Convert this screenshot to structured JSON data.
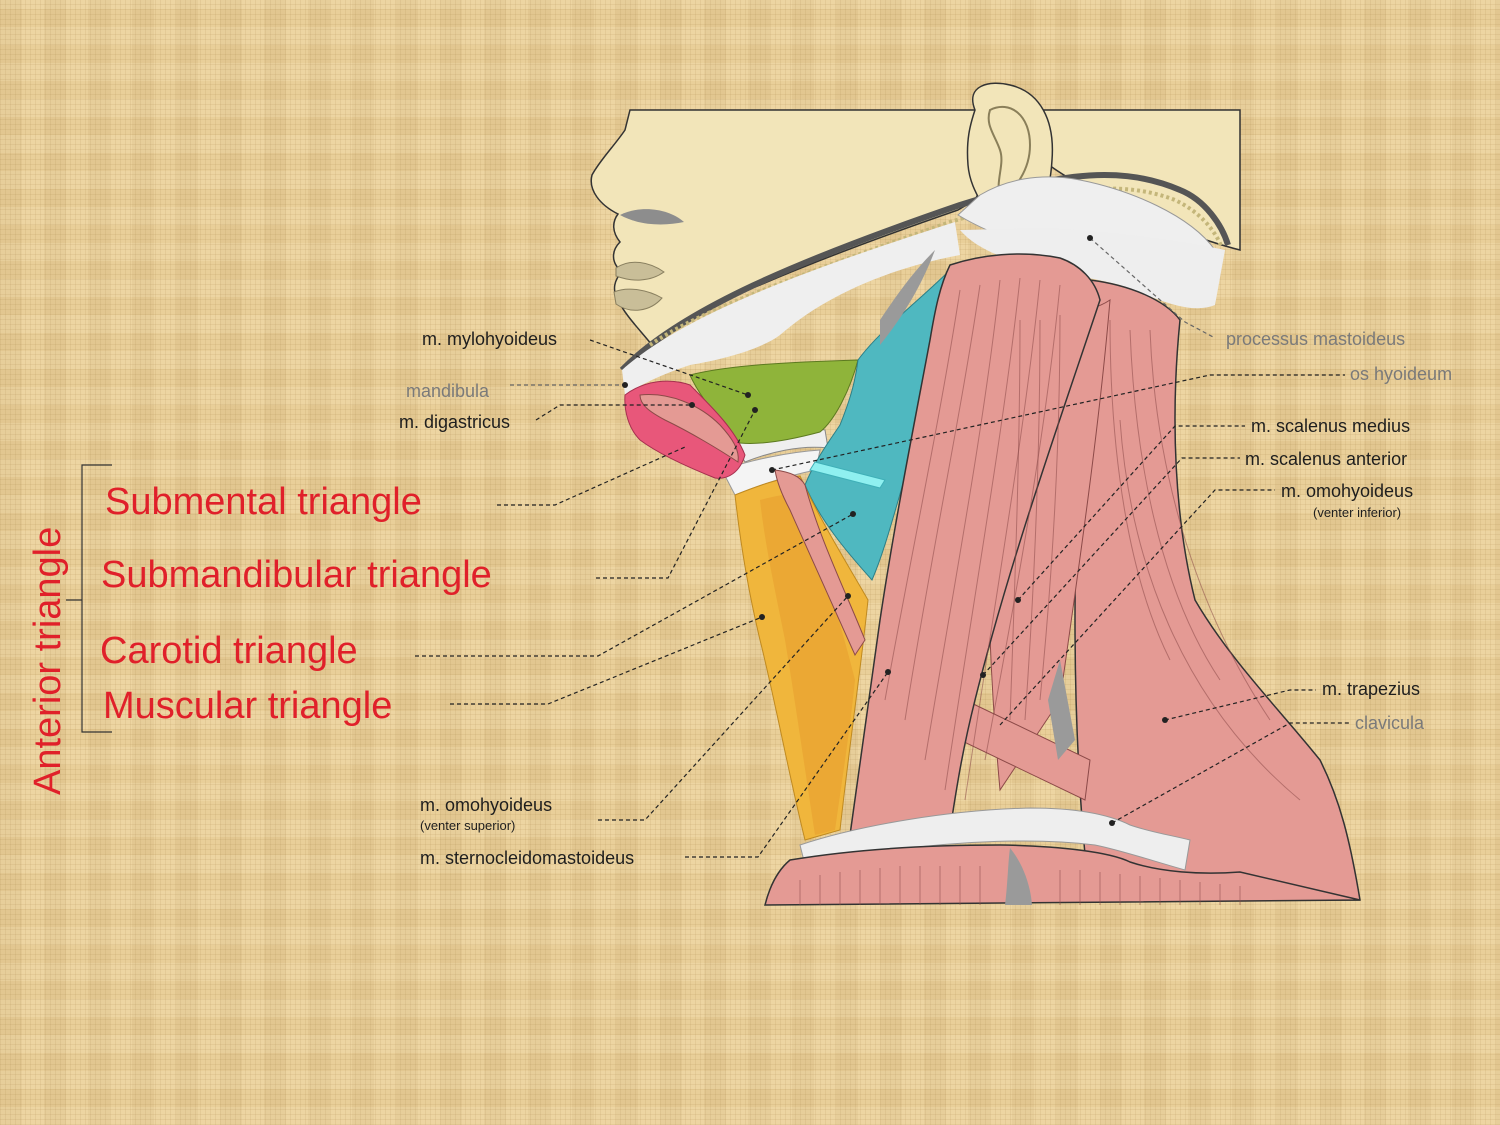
{
  "title": "Anterior triangle",
  "triangles": {
    "submental": "Submental triangle",
    "submandibular": "Submandibular triangle",
    "carotid": "Carotid triangle",
    "muscular": "Muscular triangle"
  },
  "labels": {
    "mylohyoideus": "m. mylohyoideus",
    "mandibula": "mandibula",
    "digastricus": "m. digastricus",
    "processus_mastoideus": "processus mastoideus",
    "os_hyoideum": "os hyoideum",
    "scalenus_medius": "m. scalenus medius",
    "scalenus_anterior": "m. scalenus anterior",
    "omohyoideus_inferior": "m. omohyoideus",
    "omohyoideus_inferior_sub": "(venter inferior)",
    "trapezius": "m. trapezius",
    "clavicula": "clavicula",
    "omohyoideus_superior": "m. omohyoideus",
    "omohyoideus_superior_sub": "(venter superior)",
    "sternocleidomastoideus": "m. sternocleidomastoideus"
  },
  "colors": {
    "triangle_text": "#e0202a",
    "muscle": "#e49a94",
    "submental": "#e8577a",
    "submandibular": "#8fb43a",
    "carotid": "#4fb8c0",
    "muscular": "#f0b63c",
    "skin": "#f2e5b9",
    "bone": "#efefef"
  }
}
